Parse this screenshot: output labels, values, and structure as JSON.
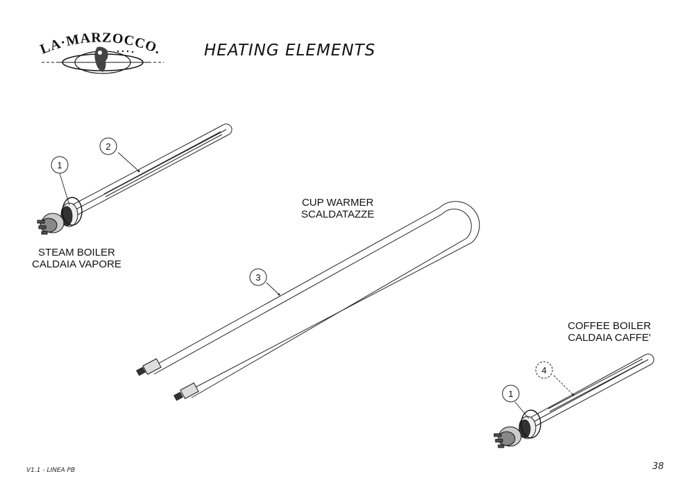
{
  "brand": {
    "logo_text": "LA·MARZOCCO."
  },
  "page_title": "HEATING ELEMENTS",
  "parts": [
    {
      "callout": "1",
      "line1": "",
      "line2": ""
    },
    {
      "callout": "2",
      "line1": "STEAM BOILER",
      "line2": "CALDAIA VAPORE"
    },
    {
      "callout": "3",
      "line1": "CUP WARMER",
      "line2": "SCALDATAZZE"
    },
    {
      "callout": "4",
      "line1": "COFFEE BOILER",
      "line2": "CALDAIA CAFFE'"
    }
  ],
  "footer": {
    "version": "V1.1 - LINEA PB",
    "page_number": "38"
  }
}
